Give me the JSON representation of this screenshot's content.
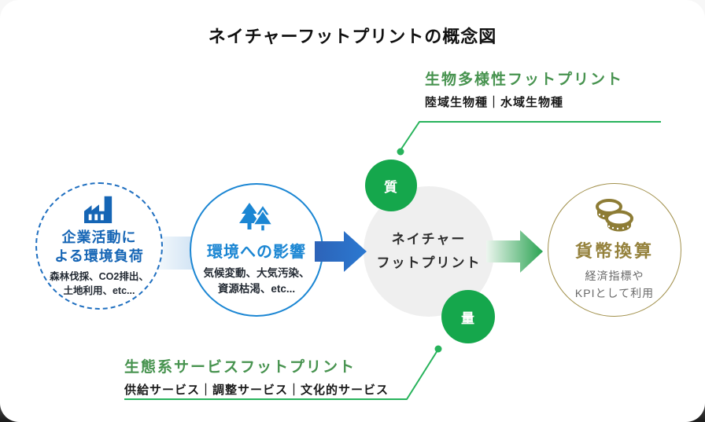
{
  "title": "ネイチャーフットプリントの概念図",
  "colors": {
    "accent_green": "#15a74c",
    "heading_green": "#47934f",
    "line_green": "#27b35b",
    "blue_dark": "#1565b5",
    "blue_bright": "#1b86d3",
    "arrow_blue_start": "#2d63b8",
    "arrow_blue_end": "#2b79d1",
    "gold": "#95823d",
    "gray_circle": "#efefef"
  },
  "biodiversity": {
    "heading": "生物多様性フットプリント",
    "subtitle": "陸域生物種｜水域生物種"
  },
  "ecosystem": {
    "heading": "生態系サービスフットプリント",
    "subtitle": "供給サービス｜調整サービス｜文化的サービス"
  },
  "nodes": {
    "corporate": {
      "icon": "factory-icon",
      "line1": "企業活動に",
      "line2": "よる環境負荷",
      "detail1": "森林伐採、CO2排出、",
      "detail2": "土地利用、etc..."
    },
    "impact": {
      "icon": "trees-icon",
      "title": "環境への影響",
      "detail1": "気候変動、大気汚染、",
      "detail2": "資源枯渇、etc..."
    },
    "nature": {
      "line1": "ネイチャー",
      "line2": "フットプリント"
    },
    "quality_badge": "質",
    "quantity_badge": "量",
    "monetary": {
      "icon": "coins-icon",
      "title": "貨幣換算",
      "detail1": "経済指標や",
      "detail2": "KPIとして利用"
    }
  }
}
